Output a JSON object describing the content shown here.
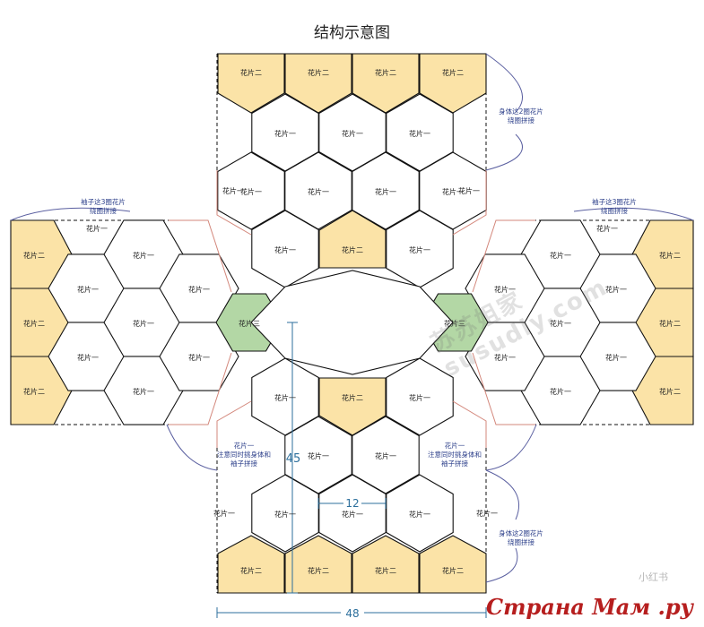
{
  "title": "结构示意图",
  "labels": {
    "motif1": "花片一",
    "motif2": "花片二",
    "motif3": "花片三"
  },
  "notes": {
    "body_top": [
      "身体这2圈花片",
      "绕圈拼接"
    ],
    "body_bottom": [
      "身体这2圈花片",
      "绕圈拼接"
    ],
    "sleeve_left": [
      "袖子这3圈花片",
      "绕圈拼接"
    ],
    "sleeve_right": [
      "袖子这3圈花片",
      "绕圈拼接"
    ],
    "join_left": [
      "花片一",
      "注意同时挑身体和",
      "袖子拼接"
    ],
    "join_right": [
      "花片一",
      "注意同时挑身体和",
      "袖子拼接"
    ]
  },
  "dimensions": {
    "height": "45",
    "motif": "12",
    "width": "48"
  },
  "watermark": "苏苏姐家 susudiy.com",
  "watermark_small": "小红书",
  "brand": "Страна Мам .ру",
  "colors": {
    "motif2_fill": "#fbe3a7",
    "motif3_fill": "#b3d7a5",
    "outline": "#111111",
    "join_edge": "#d3877b",
    "note_arc": "#5a5fa0",
    "dimension": "#2c6f9c"
  }
}
